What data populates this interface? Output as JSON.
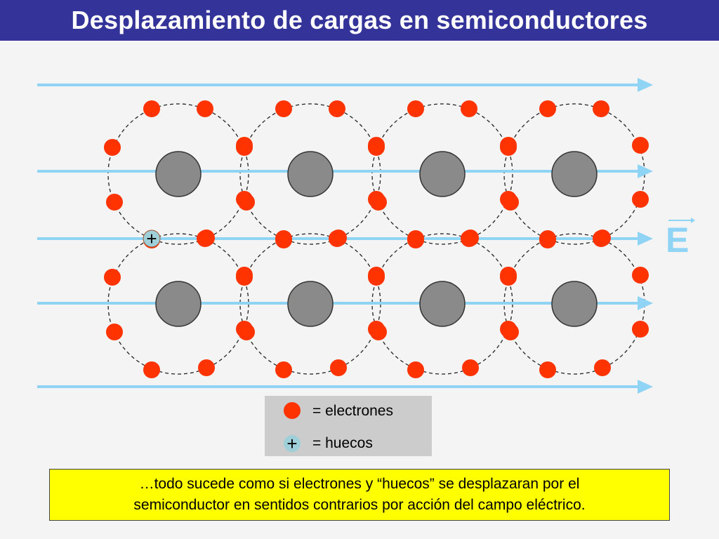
{
  "title": "Desplazamiento de cargas en semiconductores",
  "field_label": "E",
  "hole_symbol": "+",
  "legend": {
    "electrons_label": "= electrones",
    "holes_label": "= huecos"
  },
  "note": {
    "line1": "…todo sucede como si electrones y “huecos” se desplazaran por el",
    "line2": "semiconductor  en sentidos contrarios por acción del campo eléctrico."
  },
  "colors": {
    "title_bar": "#333399",
    "field_lines": "#8fd3f5",
    "electron": "#ff3300",
    "hole": "#9fcfd9",
    "nucleus": "#8a8a8a",
    "note_background": "#ffff00",
    "legend_background": "#cccccc"
  }
}
